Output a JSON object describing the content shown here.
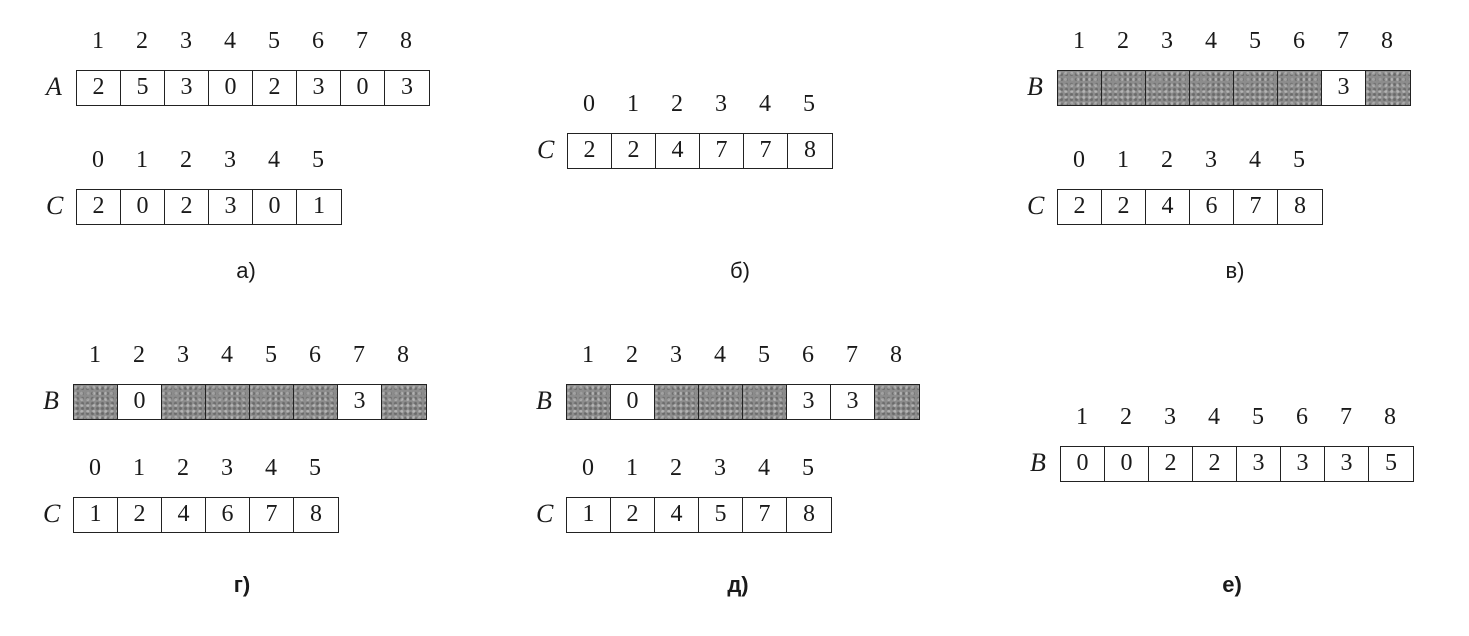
{
  "panels": [
    {
      "id": "a",
      "caption": "а)",
      "arrays": [
        {
          "name": "A",
          "indices": [
            "1",
            "2",
            "3",
            "4",
            "5",
            "6",
            "7",
            "8"
          ],
          "cells": [
            {
              "v": "2"
            },
            {
              "v": "5"
            },
            {
              "v": "3"
            },
            {
              "v": "0"
            },
            {
              "v": "2"
            },
            {
              "v": "3"
            },
            {
              "v": "0"
            },
            {
              "v": "3"
            }
          ]
        },
        {
          "name": "C",
          "indices": [
            "0",
            "1",
            "2",
            "3",
            "4",
            "5"
          ],
          "cells": [
            {
              "v": "2"
            },
            {
              "v": "0"
            },
            {
              "v": "2"
            },
            {
              "v": "3"
            },
            {
              "v": "0"
            },
            {
              "v": "1"
            }
          ]
        }
      ]
    },
    {
      "id": "b",
      "caption": "б)",
      "arrays": [
        {
          "name": "C",
          "indices": [
            "0",
            "1",
            "2",
            "3",
            "4",
            "5"
          ],
          "cells": [
            {
              "v": "2"
            },
            {
              "v": "2"
            },
            {
              "v": "4"
            },
            {
              "v": "7"
            },
            {
              "v": "7"
            },
            {
              "v": "8"
            }
          ]
        }
      ]
    },
    {
      "id": "v",
      "caption": "в)",
      "arrays": [
        {
          "name": "B",
          "indices": [
            "1",
            "2",
            "3",
            "4",
            "5",
            "6",
            "7",
            "8"
          ],
          "cells": [
            {
              "v": "",
              "s": true
            },
            {
              "v": "",
              "s": true
            },
            {
              "v": "",
              "s": true
            },
            {
              "v": "",
              "s": true
            },
            {
              "v": "",
              "s": true
            },
            {
              "v": "",
              "s": true
            },
            {
              "v": "3"
            },
            {
              "v": "",
              "s": true
            }
          ]
        },
        {
          "name": "C",
          "indices": [
            "0",
            "1",
            "2",
            "3",
            "4",
            "5"
          ],
          "cells": [
            {
              "v": "2"
            },
            {
              "v": "2"
            },
            {
              "v": "4"
            },
            {
              "v": "6"
            },
            {
              "v": "7"
            },
            {
              "v": "8"
            }
          ]
        }
      ]
    },
    {
      "id": "g",
      "caption": "г)",
      "bold": true,
      "arrays": [
        {
          "name": "B",
          "indices": [
            "1",
            "2",
            "3",
            "4",
            "5",
            "6",
            "7",
            "8"
          ],
          "cells": [
            {
              "v": "",
              "s": true
            },
            {
              "v": "0"
            },
            {
              "v": "",
              "s": true
            },
            {
              "v": "",
              "s": true
            },
            {
              "v": "",
              "s": true
            },
            {
              "v": "",
              "s": true
            },
            {
              "v": "3"
            },
            {
              "v": "",
              "s": true
            }
          ]
        },
        {
          "name": "C",
          "indices": [
            "0",
            "1",
            "2",
            "3",
            "4",
            "5"
          ],
          "cells": [
            {
              "v": "1"
            },
            {
              "v": "2"
            },
            {
              "v": "4"
            },
            {
              "v": "6"
            },
            {
              "v": "7"
            },
            {
              "v": "8"
            }
          ]
        }
      ]
    },
    {
      "id": "d",
      "caption": "д)",
      "bold": true,
      "arrays": [
        {
          "name": "B",
          "indices": [
            "1",
            "2",
            "3",
            "4",
            "5",
            "6",
            "7",
            "8"
          ],
          "cells": [
            {
              "v": "",
              "s": true
            },
            {
              "v": "0"
            },
            {
              "v": "",
              "s": true
            },
            {
              "v": "",
              "s": true
            },
            {
              "v": "",
              "s": true
            },
            {
              "v": "3"
            },
            {
              "v": "3"
            },
            {
              "v": "",
              "s": true
            }
          ]
        },
        {
          "name": "C",
          "indices": [
            "0",
            "1",
            "2",
            "3",
            "4",
            "5"
          ],
          "cells": [
            {
              "v": "1"
            },
            {
              "v": "2"
            },
            {
              "v": "4"
            },
            {
              "v": "5"
            },
            {
              "v": "7"
            },
            {
              "v": "8"
            }
          ]
        }
      ]
    },
    {
      "id": "e",
      "caption": "е)",
      "bold": true,
      "arrays": [
        {
          "name": "B",
          "indices": [
            "1",
            "2",
            "3",
            "4",
            "5",
            "6",
            "7",
            "8"
          ],
          "cells": [
            {
              "v": "0"
            },
            {
              "v": "0"
            },
            {
              "v": "2"
            },
            {
              "v": "2"
            },
            {
              "v": "3"
            },
            {
              "v": "3"
            },
            {
              "v": "3"
            },
            {
              "v": "5"
            }
          ]
        }
      ]
    }
  ]
}
